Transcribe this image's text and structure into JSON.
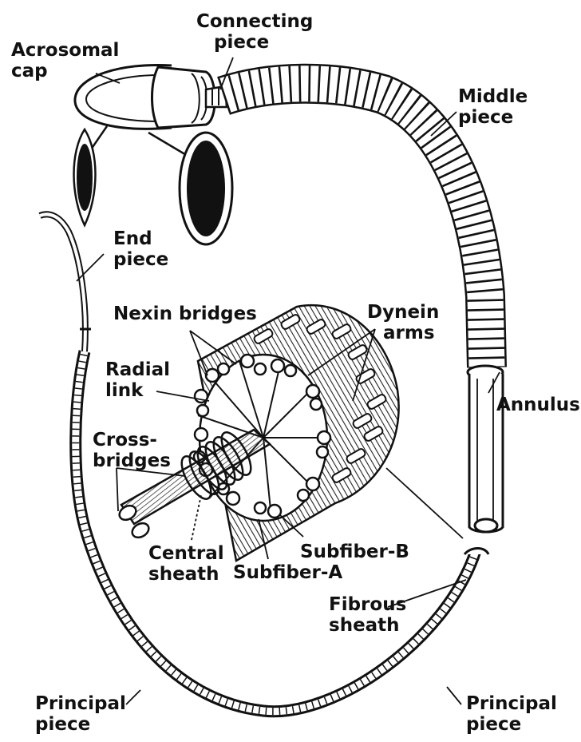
{
  "diagram": {
    "colors": {
      "ink": "#111111",
      "paper": "#ffffff",
      "shade": "#555555"
    },
    "labels": {
      "acrosomal_cap": [
        "Acrosomal",
        "cap"
      ],
      "connecting_piece": [
        "Connecting",
        "piece"
      ],
      "middle_piece": [
        "Middle",
        "piece"
      ],
      "end_piece": [
        "End",
        "piece"
      ],
      "nexin_bridges": "Nexin bridges",
      "dynein_arms": [
        "Dynein",
        "arms"
      ],
      "radial_link": [
        "Radial",
        "link"
      ],
      "cross_bridges": [
        "Cross-",
        "bridges"
      ],
      "annulus": "Annulus",
      "central_sheath": [
        "Central",
        "sheath"
      ],
      "subfiber_b": "Subfiber-B",
      "subfiber_a": "Subfiber-A",
      "fibrous_sheath": [
        "Fibrous",
        "sheath"
      ],
      "principal_piece_left": [
        "Principal",
        "piece"
      ],
      "principal_piece_right": [
        "Principal",
        "piece"
      ]
    }
  }
}
